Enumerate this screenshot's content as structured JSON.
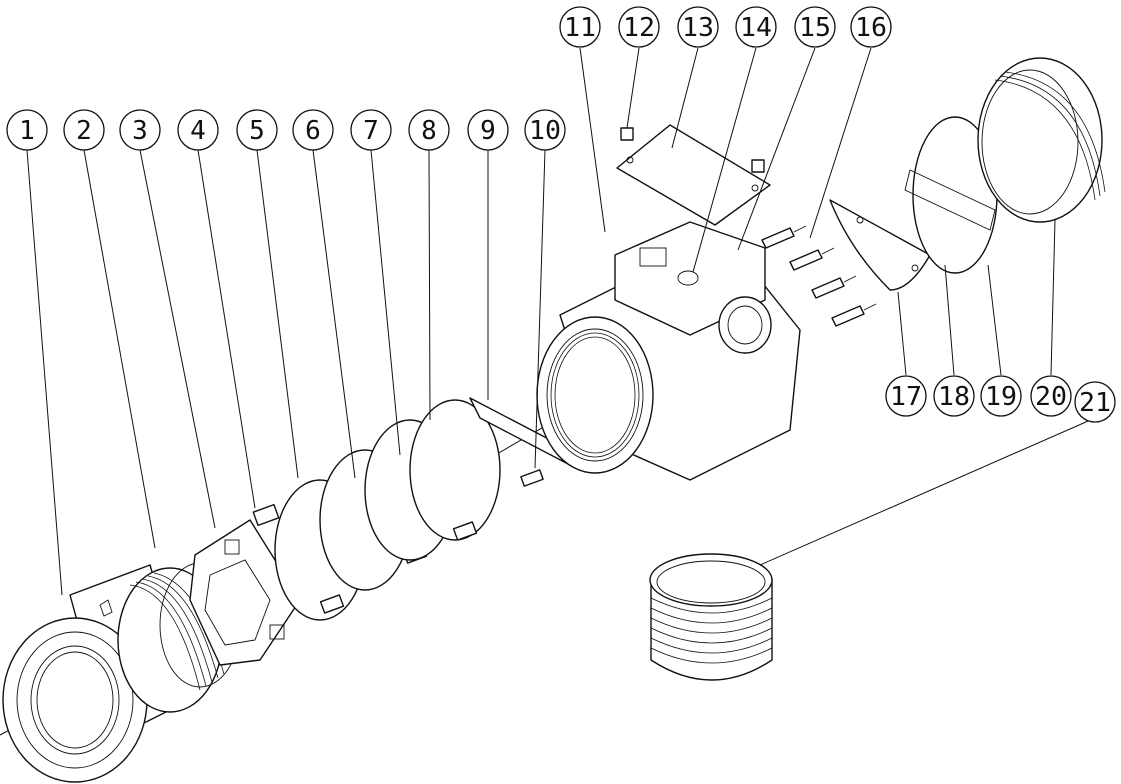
{
  "colors": {
    "line": "#111111",
    "background": "#ffffff"
  },
  "callouts": [
    {
      "id": "1",
      "label": "1"
    },
    {
      "id": "2",
      "label": "2"
    },
    {
      "id": "3",
      "label": "3"
    },
    {
      "id": "4",
      "label": "4"
    },
    {
      "id": "5",
      "label": "5"
    },
    {
      "id": "6",
      "label": "6"
    },
    {
      "id": "7",
      "label": "7"
    },
    {
      "id": "8",
      "label": "8"
    },
    {
      "id": "9",
      "label": "9"
    },
    {
      "id": "10",
      "label": "10"
    },
    {
      "id": "11",
      "label": "11"
    },
    {
      "id": "12",
      "label": "12"
    },
    {
      "id": "13",
      "label": "13"
    },
    {
      "id": "14",
      "label": "14"
    },
    {
      "id": "15",
      "label": "15"
    },
    {
      "id": "16",
      "label": "16"
    },
    {
      "id": "17",
      "label": "17"
    },
    {
      "id": "18",
      "label": "18"
    },
    {
      "id": "19",
      "label": "19"
    },
    {
      "id": "20",
      "label": "20"
    },
    {
      "id": "21",
      "label": "21"
    }
  ]
}
